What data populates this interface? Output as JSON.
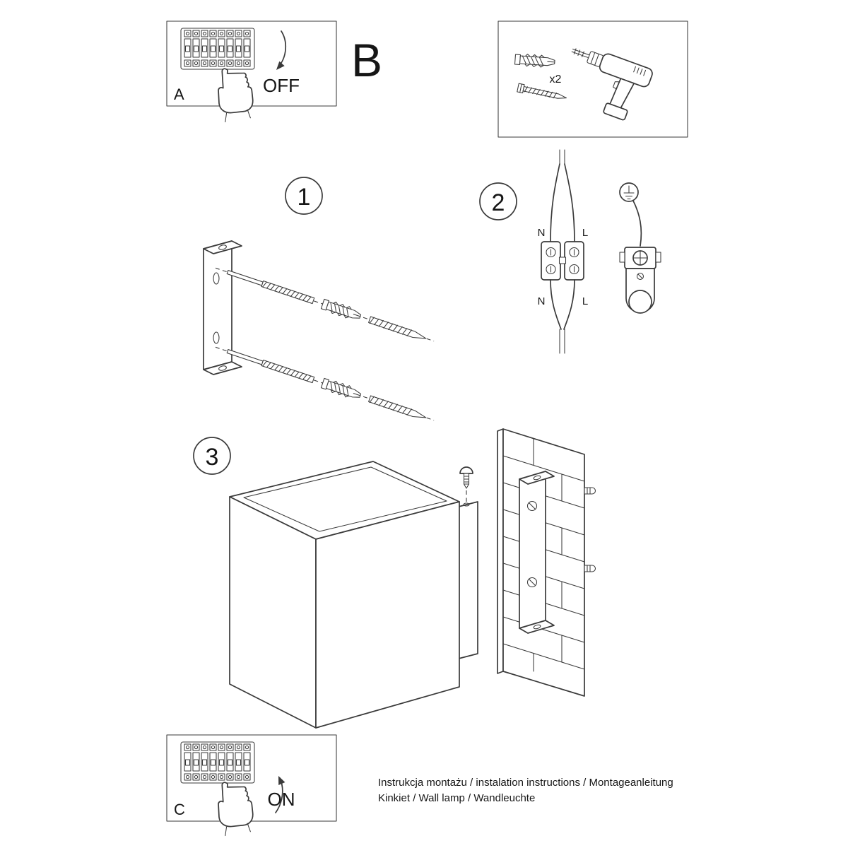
{
  "colors": {
    "ink": "#3a3a3a",
    "paper": "#ffffff"
  },
  "panel_a": {
    "label": "A",
    "switch_state": "OFF"
  },
  "section_b": {
    "label": "B"
  },
  "panel_b": {
    "anchor_count": "x2"
  },
  "steps": {
    "one": {
      "number": "1"
    },
    "two": {
      "number": "2",
      "terminal_top_left": "N",
      "terminal_top_right": "L",
      "terminal_bottom_left": "N",
      "terminal_bottom_right": "L"
    },
    "three": {
      "number": "3"
    }
  },
  "panel_c": {
    "label": "C",
    "switch_state": "ON"
  },
  "footer": {
    "line1": "Instrukcja montażu / instalation instructions / Montageanleitung",
    "line2": "Kinkiet / Wall lamp / Wandleuchte"
  }
}
